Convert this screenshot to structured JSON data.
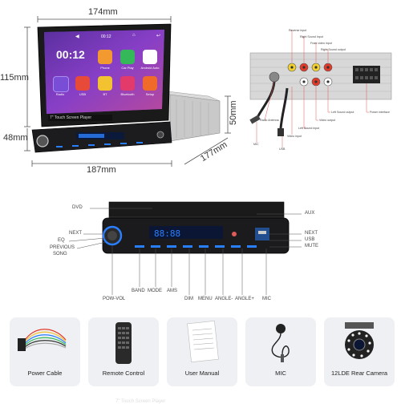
{
  "dimensions": {
    "width_top": "174mm",
    "height_left": "115mm",
    "depth_small": "48mm",
    "width_bottom": "187mm",
    "depth_right": "177mm",
    "height_right": "50mm"
  },
  "screen": {
    "time": "00:12",
    "status_time": "00:12",
    "brand_label": "7\" Touch Screen Player",
    "apps": [
      {
        "label": "Phone",
        "color": "#f29a30"
      },
      {
        "label": "Car Play",
        "color": "#34b85a"
      },
      {
        "label": "Android Auto",
        "color": "#ffffff"
      },
      {
        "label": "Radio",
        "color": "#7a4dd6"
      },
      {
        "label": "USB",
        "color": "#e84a3a"
      },
      {
        "label": "BT",
        "color": "#f2c230"
      },
      {
        "label": "Bluetooth",
        "color": "#e23a6a"
      },
      {
        "label": "Setup",
        "color": "#f06b2a"
      }
    ]
  },
  "rear_ports": {
    "labels": [
      "Reverse input",
      "Right Sound Input",
      "Front video input",
      "Right Sound output",
      "Left Sound output",
      "Video output",
      "Left Sound input",
      "Power interface",
      "Radio Antenna",
      "Video input",
      "USB",
      "MIC"
    ]
  },
  "front_panel": {
    "brand_label": "7\" Touch Screen Player",
    "left_labels": [
      "DVD",
      "NEXT",
      "EQ",
      "PREVIOUS",
      "SONG"
    ],
    "right_labels": [
      "AUX",
      "NEXT",
      "USB",
      "MUTE"
    ],
    "bottom_labels": [
      "POW-VOL",
      "BAND",
      "MODE",
      "AMS",
      "DIM",
      "MENU",
      "ANGLE-",
      "ANGLE+",
      "MIC"
    ]
  },
  "accessories": [
    {
      "label": "Power Cable",
      "icon": "power-cable-icon"
    },
    {
      "label": "Remote Control",
      "icon": "remote-control-icon"
    },
    {
      "label": "User Manual",
      "icon": "user-manual-icon"
    },
    {
      "label": "MIC",
      "icon": "mic-icon"
    },
    {
      "label": "12LDE Rear Camera",
      "icon": "rear-camera-icon"
    }
  ],
  "colors": {
    "accent_blue": "#2a7fff",
    "dimension_line": "#555555",
    "callout_line": "#e05a5a"
  }
}
